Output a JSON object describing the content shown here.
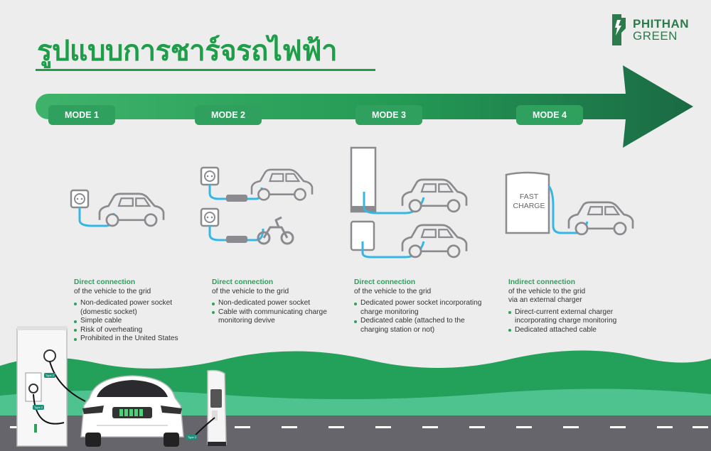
{
  "brand": {
    "line1": "PHITHAN",
    "line2": "GREEN",
    "color": "#2b7b4b",
    "icon": "plug-bolt-icon"
  },
  "title": "รูปแบบการชาร์จรถไฟฟ้า",
  "colors": {
    "accent": "#1f9e4a",
    "arrow_dark": "#1d6a45",
    "cable": "#37b6e3",
    "mountain_dark": "#23a05a",
    "mountain_light": "#4fc38f",
    "road": "#66656b"
  },
  "modes": [
    {
      "label": "MODE 1",
      "head": "Direct connection",
      "sub": "of the vehicle to the grid",
      "bullets": [
        "Non-dedicated power socket (domestic socket)",
        "Simple cable",
        "Risk of overheating",
        "Prohibited in the United States"
      ]
    },
    {
      "label": "MODE 2",
      "head": "Direct connection",
      "sub": "of the vehicle to the grid",
      "bullets": [
        "Non-dedicated power socket",
        "Cable with communicating charge monitoring devive"
      ]
    },
    {
      "label": "MODE 3",
      "head": "Direct connection",
      "sub": "of the vehicle to the grid",
      "bullets": [
        "Dedicated power socket incorporating charge monitoring",
        "Dedicated cable (attached to the charging station or not)"
      ]
    },
    {
      "label": "MODE 4",
      "head": "Indirect connection",
      "sub1": "of the vehicle to the grid",
      "sub2": "via an external charger",
      "bullets": [
        "Direct-current external charger incorporating charge monitoring",
        "Dedicated attached cable"
      ]
    }
  ],
  "fast_charge": {
    "line1": "FAST",
    "line2": "CHARGE"
  },
  "station_tags": {
    "a": "Type 2",
    "b": "Type 2",
    "c": "Type 2"
  }
}
